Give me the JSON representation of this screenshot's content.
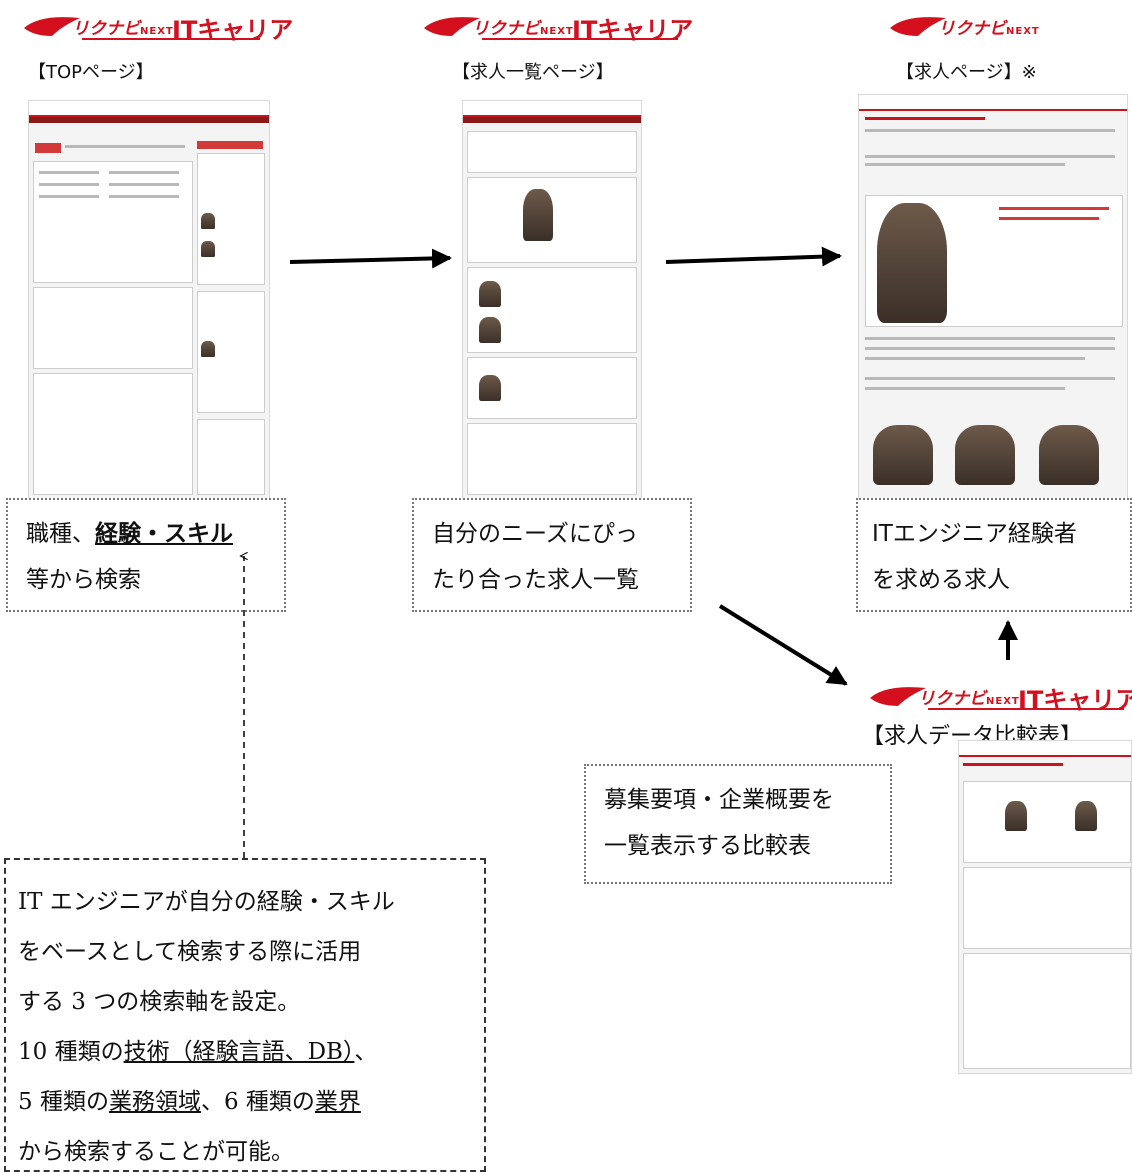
{
  "logos": {
    "brand": "リクナビ",
    "next": "NEXT",
    "it": "ITキャリア"
  },
  "captions": {
    "top": "【TOPページ】",
    "list": "【求人一覧ページ】",
    "job": "【求人ページ】※",
    "compare": "【求人データ比較表】"
  },
  "boxes": {
    "top_line1_prefix": "職種、",
    "top_line1_em": "経験・スキル",
    "top_line2": "等から検索",
    "list_line1": "自分のニーズにぴっ",
    "list_line2": "たり合った求人一覧",
    "job_line1": "ITエンジニア経験者",
    "job_line2": "を求める求人",
    "compare_line1": "募集要項・企業概要を",
    "compare_line2": "一覧表示する比較表"
  },
  "note": {
    "line1": "IT エンジニアが自分の経験・スキル",
    "line2": "をベースとして検索する際に活用",
    "line3": "する 3 つの検索軸を設定。",
    "line4_a": "10 種類の",
    "line4_b": "技術（経験言語、DB）",
    "line4_c": "、",
    "line5_a": "5 種類の",
    "line5_b": "業務領域",
    "line5_c": "、6 種類の",
    "line5_d": "業界",
    "line6": "から検索することが可能。"
  },
  "colors": {
    "brand_red": "#d4101e",
    "arrow": "#000000"
  }
}
